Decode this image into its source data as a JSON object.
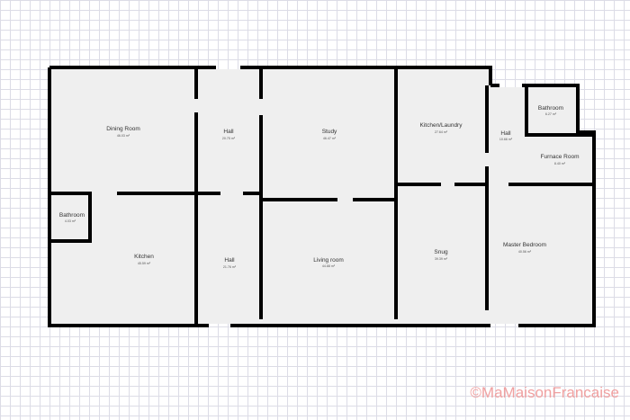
{
  "rooms": [
    {
      "name": "Dining Room",
      "area": "46.03 m²"
    },
    {
      "name": "Hall",
      "area": "20.75 m²"
    },
    {
      "name": "Study",
      "area": "46.47 m²"
    },
    {
      "name": "Kitchen/Laundry",
      "area": "27.64 m²"
    },
    {
      "name": "Hall",
      "area": "10.66 m²"
    },
    {
      "name": "Bathroom",
      "area": "6.27 m²"
    },
    {
      "name": "Furnace Room",
      "area": "8.40 m²"
    },
    {
      "name": "Bathroom",
      "area": "4.03 m²"
    },
    {
      "name": "Kitchen",
      "area": "45.59 m²"
    },
    {
      "name": "Hall",
      "area": "21.76 m²"
    },
    {
      "name": "Living room",
      "area": "44.88 m²"
    },
    {
      "name": "Snug",
      "area": "39.39 m²"
    },
    {
      "name": "Master Bedroom",
      "area": "40.56 m²"
    }
  ],
  "watermark": "©MaMaisonFrancaise",
  "colors": {
    "wall": "#000000",
    "floor": "#efefef",
    "window": "#7a86d0",
    "watermark": "#f0a0a0"
  }
}
